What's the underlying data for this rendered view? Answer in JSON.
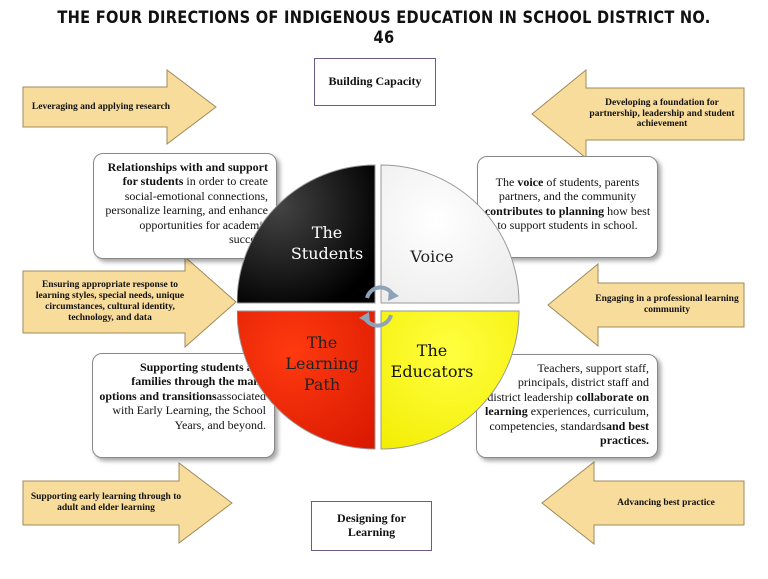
{
  "title": "THE FOUR DIRECTIONS OF INDIGENOUS EDUCATION IN SCHOOL DISTRICT NO. 46",
  "colors": {
    "arrow_fill": "#f8dc9c",
    "arrow_stroke": "#a08a5a",
    "black": "#000000",
    "red": "#ee2200",
    "yellow": "#ffff00",
    "white": "#ffffff"
  },
  "top_center": "Building Capacity",
  "bottom_center": "Designing for Learning",
  "arrows": {
    "top_left": "Leveraging and applying research",
    "top_right": "Developing a foundation for partnership, leadership and student achievement",
    "mid_left": "Ensuring appropriate response to learning styles, special needs, unique circumstances, cultural identity, technology, and data",
    "mid_right": "Engaging in a professional learning community",
    "bottom_left": "Supporting early learning through to adult and elder learning",
    "bottom_right": "Advancing best practice"
  },
  "quadrants": {
    "students": "The Students",
    "voice": "Voice",
    "learning_path": "The Learning Path",
    "educators": "The Educators"
  },
  "boxes": {
    "students": {
      "bold": "Relationships with and support for students",
      "rest": " in order to create social-emotional connections, personalize learning, and enhance opportunities for academic success."
    },
    "voice": {
      "pre": "The ",
      "bold1": "voice",
      "mid": " of students, parents partners, and the community ",
      "bold2": "contributes to planning",
      "rest": " how best to support students in school."
    },
    "learning_path": {
      "bold": "Supporting students and families through the many options and transitions",
      "rest": "associated with Early Learning, the School Years, and beyond."
    },
    "educators": {
      "pre": "Teachers, support staff, principals, district staff and district leadership ",
      "bold1": "collaborate on learning",
      "mid": " experiences, curriculum, competencies, standards",
      "bold2": "and best practices."
    }
  }
}
